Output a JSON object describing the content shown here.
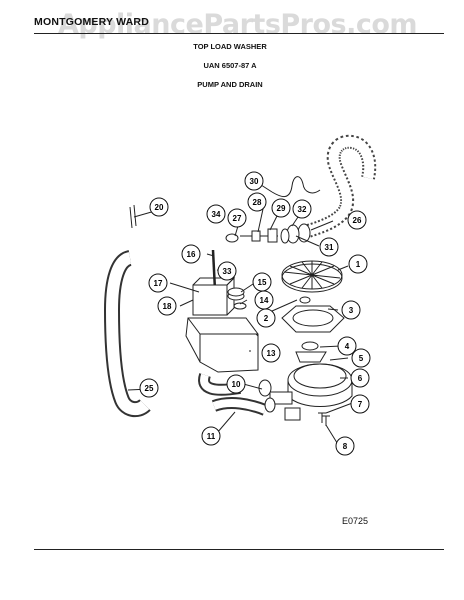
{
  "header": {
    "brand": "MONTGOMERY WARD",
    "watermark": "AppliancePartsPros.com",
    "model_type": "TOP LOAD WASHER",
    "model_number": "UAN 6507-87 A",
    "section": "PUMP AND DRAIN"
  },
  "footer": {
    "diagram_id": "E0725"
  },
  "callouts": [
    "1",
    "2",
    "3",
    "4",
    "5",
    "6",
    "7",
    "8",
    "10",
    "11",
    "13",
    "14",
    "15",
    "16",
    "17",
    "18",
    "20",
    "25",
    "26",
    "27",
    "28",
    "29",
    "30",
    "31",
    "32",
    "33",
    "34"
  ]
}
